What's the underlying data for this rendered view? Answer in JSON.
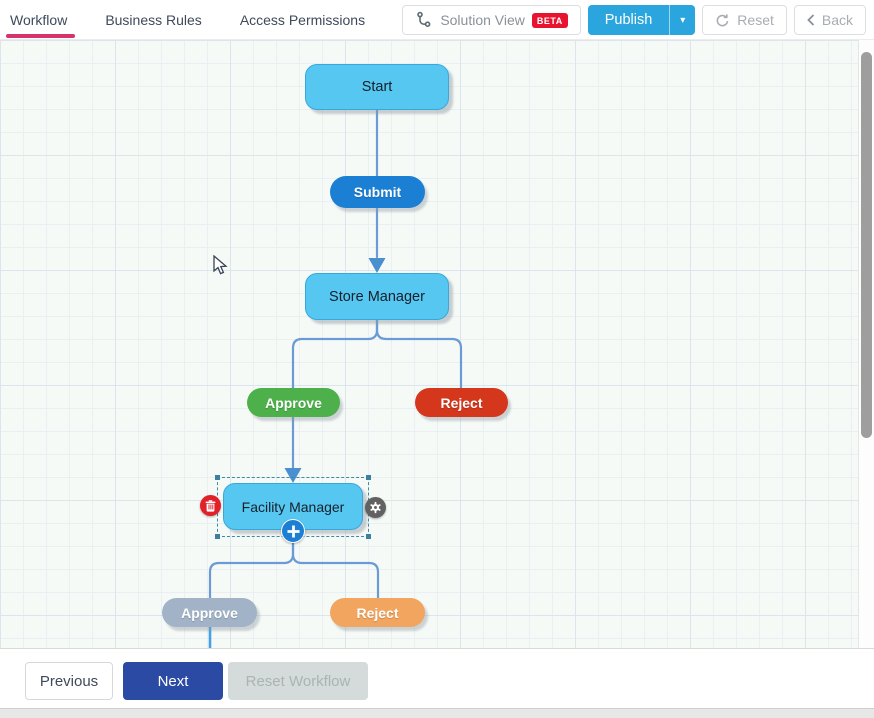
{
  "theme": {
    "tab_accent": "#d6336c",
    "publish_blue": "#2aa5de",
    "beta_red": "#e8132f",
    "node_blue": "#55c7f1",
    "node_border": "#38a8dc",
    "action_blue": "#1b7fd4",
    "approve_green": "#4db04a",
    "reject_red": "#d4371c",
    "approve_gray": "#a2b3c7",
    "reject_orange": "#f2a55f",
    "next_blue": "#2b4aa3",
    "connector_blue": "#6b9bd6"
  },
  "header": {
    "tabs": [
      {
        "label": "Workflow"
      },
      {
        "label": "Business Rules"
      },
      {
        "label": "Access Permissions"
      }
    ],
    "solution_view_label": "Solution View",
    "beta_badge": "BETA",
    "publish_label": "Publish",
    "reset_label": "Reset",
    "back_label": "Back"
  },
  "workflow": {
    "nodes": {
      "start": "Start",
      "submit": "Submit",
      "store_manager": "Store Manager",
      "store_approve": "Approve",
      "store_reject": "Reject",
      "facility_manager": "Facility Manager",
      "facility_approve": "Approve",
      "facility_reject": "Reject"
    }
  },
  "footer": {
    "previous": "Previous",
    "next": "Next",
    "reset_workflow": "Reset Workflow"
  }
}
